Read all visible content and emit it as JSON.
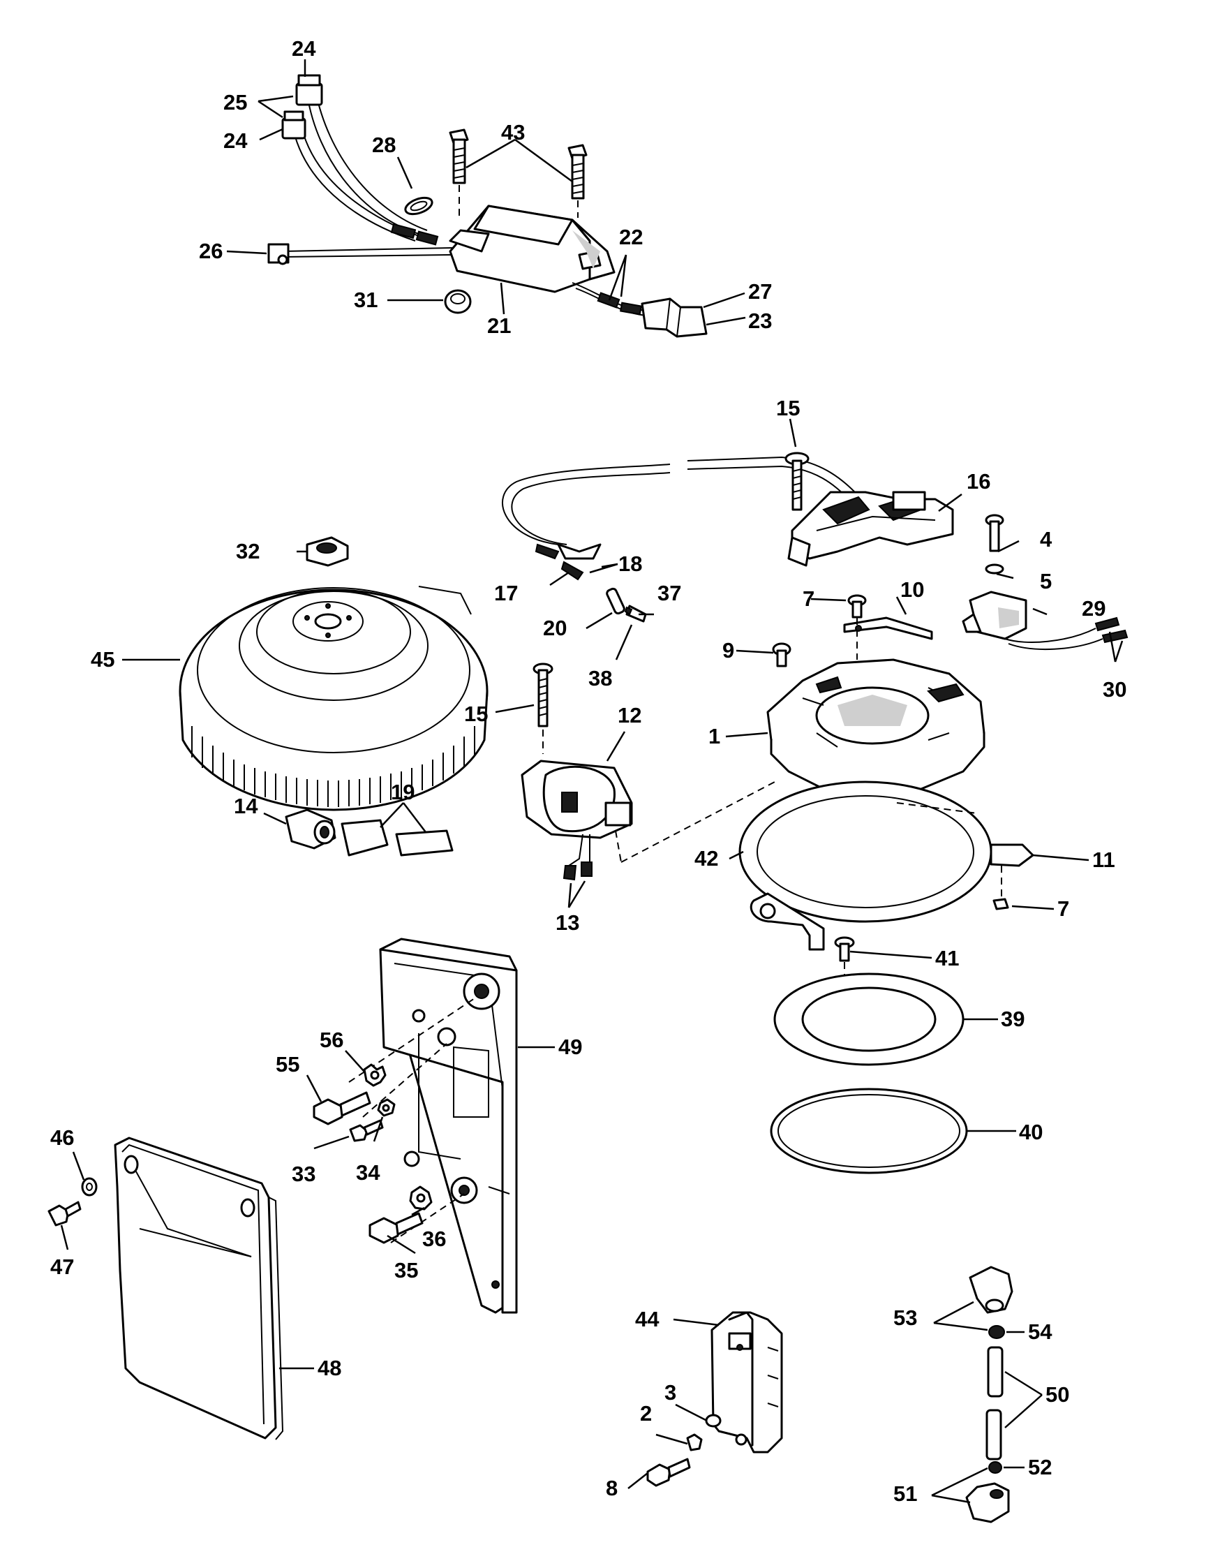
{
  "diagram": {
    "callouts": {
      "c1": "1",
      "c2": "2",
      "c3": "3",
      "c4": "4",
      "c5": "5",
      "c7a": "7",
      "c7b": "7",
      "c8": "8",
      "c9": "9",
      "c10": "10",
      "c11": "11",
      "c12": "12",
      "c13": "13",
      "c14": "14",
      "c15a": "15",
      "c15b": "15",
      "c16": "16",
      "c17": "17",
      "c18": "18",
      "c19": "19",
      "c20": "20",
      "c21": "21",
      "c22": "22",
      "c23": "23",
      "c24a": "24",
      "c24b": "24",
      "c25": "25",
      "c26": "26",
      "c27": "27",
      "c28": "28",
      "c29": "29",
      "c30": "30",
      "c31": "31",
      "c32": "32",
      "c33": "33",
      "c34": "34",
      "c35": "35",
      "c36": "36",
      "c37": "37",
      "c38": "38",
      "c39": "39",
      "c40": "40",
      "c41": "41",
      "c42": "42",
      "c43": "43",
      "c44": "44",
      "c45": "45",
      "c46": "46",
      "c47": "47",
      "c48": "48",
      "c49": "49",
      "c50": "50",
      "c51": "51",
      "c52": "52",
      "c53": "53",
      "c54": "54",
      "c55": "55",
      "c56": "56"
    }
  }
}
